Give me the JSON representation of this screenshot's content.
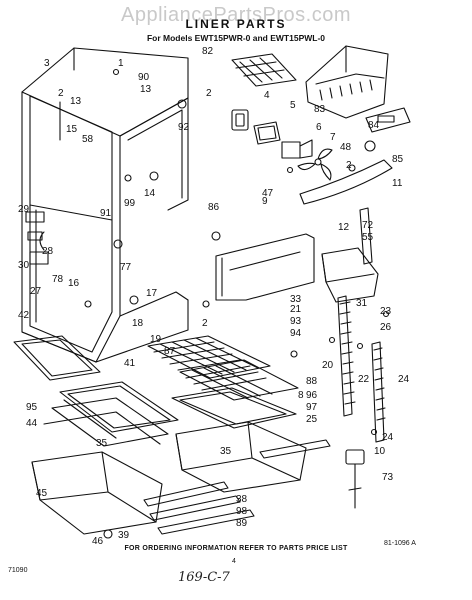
{
  "watermark": "AppliancePartsPros.com",
  "title": "LINER PARTS",
  "subtitle": "For Models EWT15PWR-0 and EWT15PWL-0",
  "footer": "FOR ORDERING INFORMATION REFER TO PARTS PRICE LIST",
  "page_number": "4",
  "code_left": "71090",
  "code_right": "81-1096 A",
  "handwritten_note": "169-C-7",
  "part_labels": [
    "3",
    "1",
    "90",
    "13",
    "2",
    "13",
    "15",
    "58",
    "92",
    "91",
    "99",
    "14",
    "29",
    "30",
    "28",
    "27",
    "78",
    "16",
    "77",
    "17",
    "18",
    "42",
    "41",
    "19",
    "87",
    "95",
    "44",
    "35",
    "45",
    "39",
    "46",
    "82",
    "2",
    "4",
    "5",
    "83",
    "84",
    "6",
    "7",
    "48",
    "2",
    "85",
    "11",
    "47",
    "9",
    "86",
    "12",
    "72",
    "55",
    "2",
    "33",
    "21",
    "93",
    "94",
    "31",
    "23",
    "26",
    "20",
    "22",
    "24",
    "88",
    "96",
    "97",
    "25",
    "35",
    "10",
    "24",
    "73",
    "38",
    "98",
    "89",
    "8"
  ]
}
